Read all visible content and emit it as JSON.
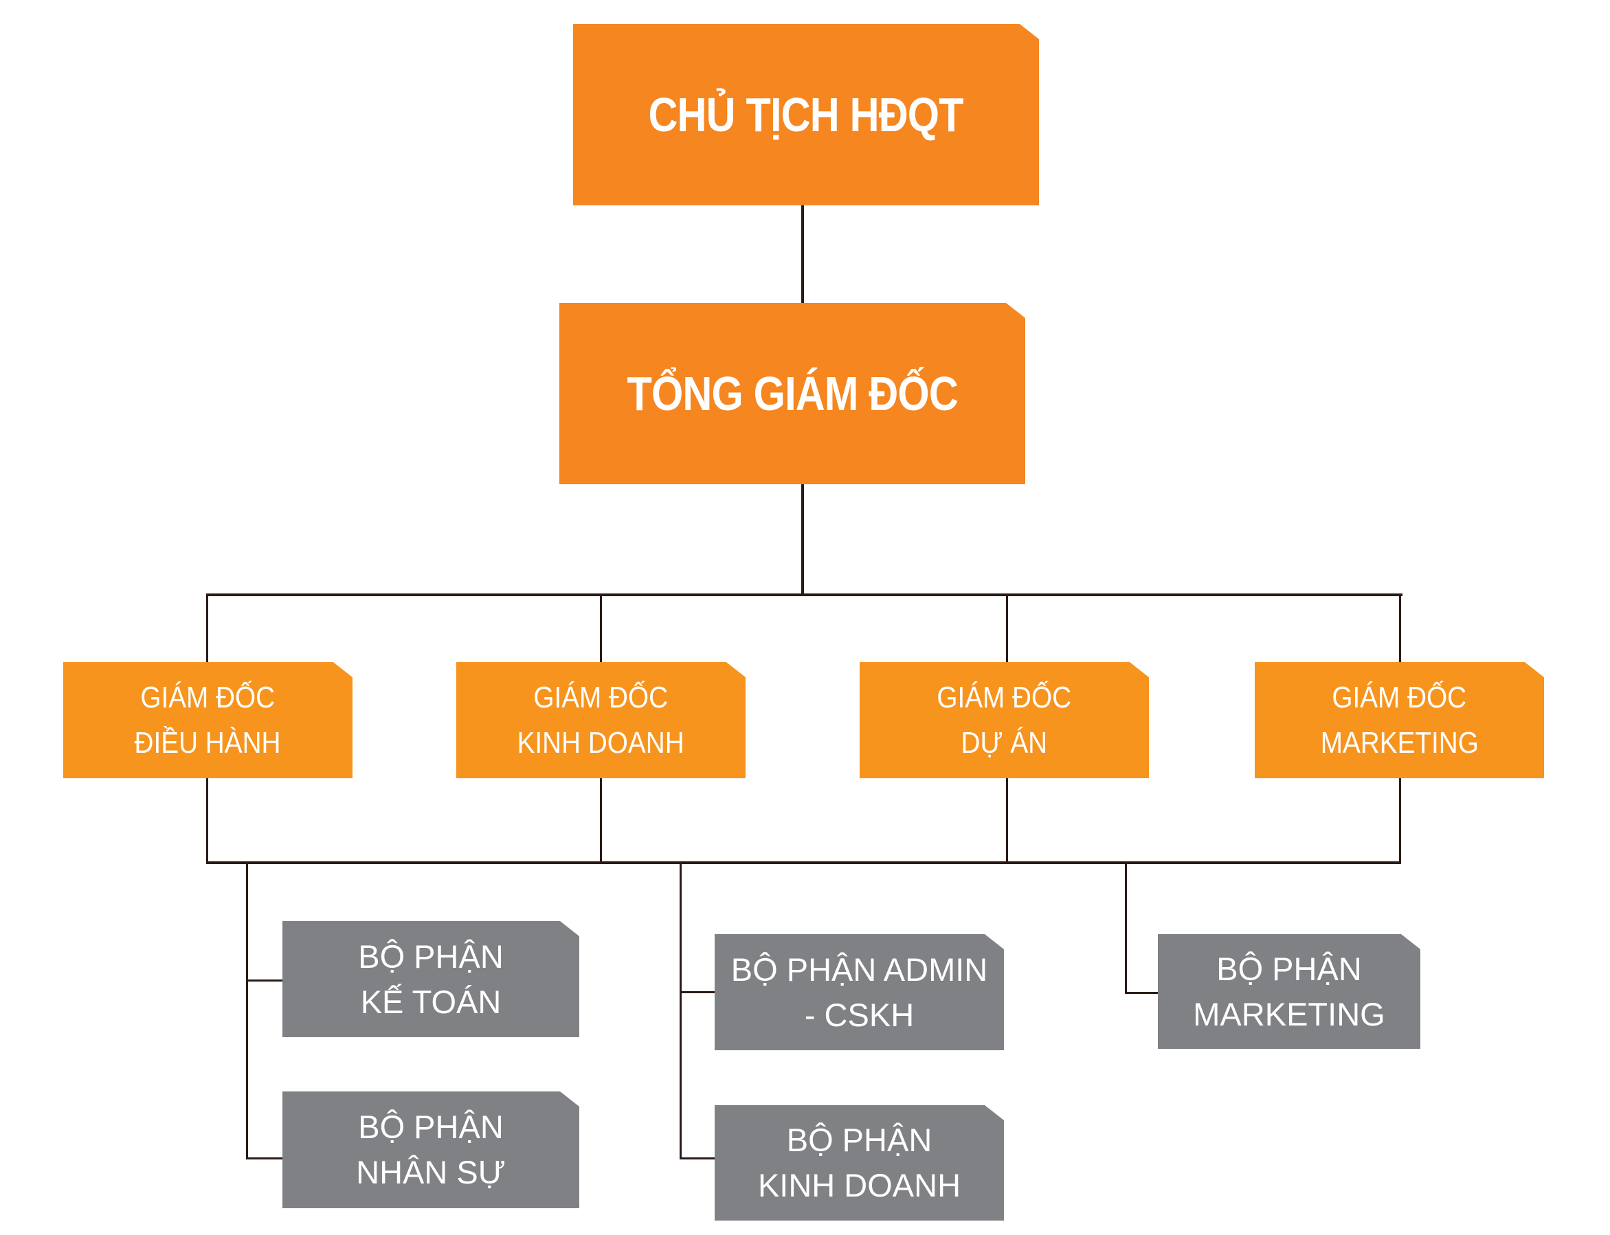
{
  "colors": {
    "top_box": "#F58620",
    "director_box": "#F7941D",
    "department_box": "#808184",
    "connector": "#2b1b16",
    "text": "#ffffff"
  },
  "chairman": {
    "label": "CHỦ TỊCH HĐQT"
  },
  "ceo": {
    "label": "TỔNG GIÁM ĐỐC"
  },
  "directors": [
    {
      "line1": "GIÁM ĐỐC",
      "line2": "ĐIỀU HÀNH"
    },
    {
      "line1": "GIÁM ĐỐC",
      "line2": "KINH DOANH"
    },
    {
      "line1": "GIÁM ĐỐC",
      "line2": "DỰ ÁN"
    },
    {
      "line1": "GIÁM ĐỐC",
      "line2": "MARKETING"
    }
  ],
  "departments": [
    {
      "line1": "BỘ PHẬN",
      "line2": "KẾ TOÁN"
    },
    {
      "line1": "BỘ PHẬN",
      "line2": "NHÂN SỰ"
    },
    {
      "line1": "BỘ PHẬN ADMIN",
      "line2": "- CSKH"
    },
    {
      "line1": "BỘ PHẬN",
      "line2": "KINH DOANH"
    },
    {
      "line1": "BỘ PHẬN",
      "line2": "MARKETING"
    }
  ]
}
